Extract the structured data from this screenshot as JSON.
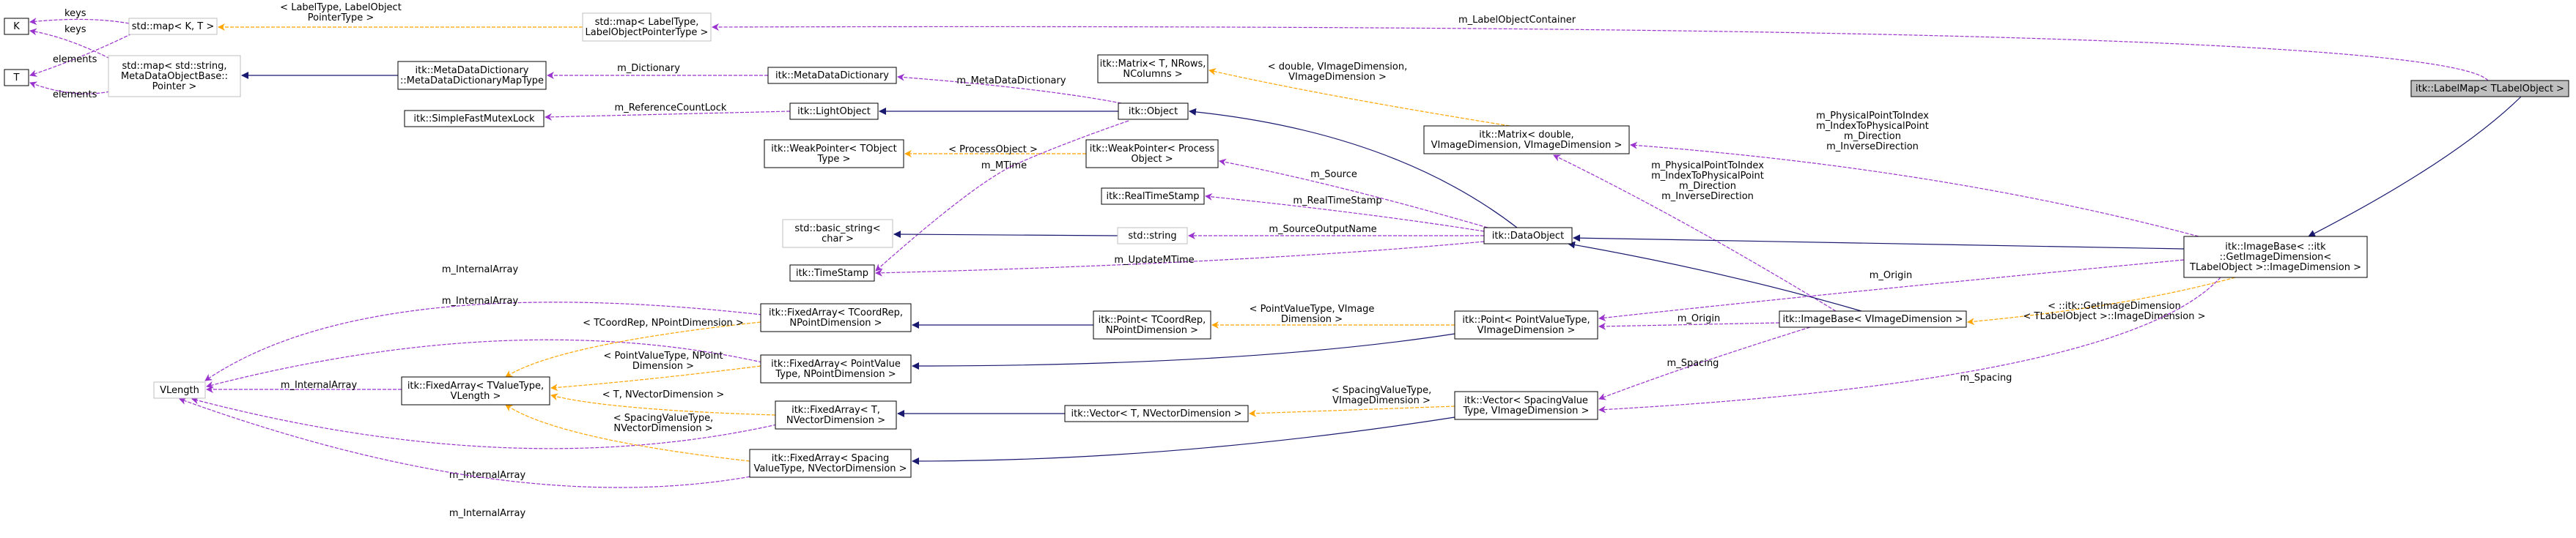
{
  "colors": {
    "inherit": "#191970",
    "usage": "#9a32cd",
    "template": "#ffa500",
    "highlight": "#bfbfbf",
    "external": "#bfbfbf"
  },
  "nodes": {
    "K": [
      "K"
    ],
    "T": [
      "T"
    ],
    "map_kt": [
      "std::map< K, T >"
    ],
    "map_mdd": [
      "std::map< std::string,",
      "MetaDataObjectBase::",
      "Pointer >"
    ],
    "map_lbl": [
      "std::map< LabelType,",
      "LabelObjectPointerType >"
    ],
    "mdd_maptype": [
      "itk::MetaDataDictionary",
      "::MetaDataDictionaryMapType"
    ],
    "mdd": [
      "itk::MetaDataDictionary"
    ],
    "matrix_t": [
      "itk::Matrix< T, NRows,",
      "NColumns >"
    ],
    "labelmap": [
      "itk::LabelMap< TLabelObject >"
    ],
    "fastmutex": [
      "itk::SimpleFastMutexLock"
    ],
    "lightobject": [
      "itk::LightObject"
    ],
    "object": [
      "itk::Object"
    ],
    "matrix_d": [
      "itk::Matrix< double,",
      "VImageDimension, VImageDimension >"
    ],
    "wp_t": [
      "itk::WeakPointer< TObject",
      "Type >"
    ],
    "wp_po": [
      "itk::WeakPointer< Process",
      "Object >"
    ],
    "realtimestamp": [
      "itk::RealTimeStamp"
    ],
    "basic_string": [
      "std::basic_string<",
      "char >"
    ],
    "std_string": [
      "std::string"
    ],
    "dataobject": [
      "itk::DataObject"
    ],
    "timestamp": [
      "itk::TimeStamp"
    ],
    "imagebase_get": [
      "itk::ImageBase< ::itk",
      "::GetImageDimension<",
      "TLabelObject >::ImageDimension >"
    ],
    "fa_tcoord": [
      "itk::FixedArray< TCoordRep,",
      "NPointDimension >"
    ],
    "point_tcoord": [
      "itk::Point< TCoordRep,",
      "NPointDimension >"
    ],
    "point_pv": [
      "itk::Point< PointValueType,",
      "VImageDimension >"
    ],
    "imagebase_v": [
      "itk::ImageBase< VImageDimension >"
    ],
    "vlength": [
      "VLength"
    ],
    "fa_tvalue": [
      "itk::FixedArray< TValueType,",
      "VLength >"
    ],
    "fa_pointvalue": [
      "itk::FixedArray< PointValue",
      "Type, NPointDimension >"
    ],
    "fa_t": [
      "itk::FixedArray< T,",
      "NVectorDimension >"
    ],
    "vector_t": [
      "itk::Vector< T, NVectorDimension >"
    ],
    "vector_sv": [
      "itk::Vector< SpacingValue",
      "Type, VImageDimension >"
    ],
    "fa_spacing": [
      "itk::FixedArray< Spacing",
      "ValueType, NVectorDimension >"
    ]
  },
  "edge_labels": {
    "keys1": [
      "keys"
    ],
    "keys2": [
      "keys"
    ],
    "elements1": [
      "elements"
    ],
    "elements2": [
      "elements"
    ],
    "lbl_tmpl": [
      "< LabelType, LabelObject",
      "PointerType >"
    ],
    "m_dictionary": [
      "m_Dictionary"
    ],
    "m_metadatadictionary": [
      "m_MetaDataDictionary"
    ],
    "m_labelobjectcontainer": [
      "m_LabelObjectContainer"
    ],
    "m_referencecountlock": [
      "m_ReferenceCountLock"
    ],
    "matrix_tmpl": [
      "< double, VImageDimension,",
      "VImageDimension >"
    ],
    "processobject_tmpl": [
      "< ProcessObject >"
    ],
    "m_mtime": [
      "m_MTime"
    ],
    "m_source": [
      "m_Source"
    ],
    "m_realtimestamp": [
      "m_RealTimeStamp"
    ],
    "m_sourceoutputname": [
      "m_SourceOutputName"
    ],
    "m_updatemtime": [
      "m_UpdateMTime"
    ],
    "matrix_members_top": [
      "m_PhysicalPointToIndex",
      "m_IndexToPhysicalPoint",
      "m_Direction",
      "m_InverseDirection"
    ],
    "matrix_members_mid": [
      "m_PhysicalPointToIndex",
      "m_IndexToPhysicalPoint",
      "m_Direction",
      "m_InverseDirection"
    ],
    "m_origin1": [
      "m_Origin"
    ],
    "m_origin2": [
      "m_Origin"
    ],
    "m_spacing1": [
      "m_Spacing"
    ],
    "m_spacing2": [
      "m_Spacing"
    ],
    "imagebase_tmpl": [
      "< ::itk::GetImageDimension",
      "< TLabelObject >::ImageDimension >"
    ],
    "point_tmpl": [
      "< PointValueType, VImage",
      "Dimension >"
    ],
    "vector_tmpl": [
      "< SpacingValueType,",
      "VImageDimension >"
    ],
    "m_internalarray1": [
      "m_InternalArray"
    ],
    "m_internalarray2": [
      "m_InternalArray"
    ],
    "m_internalarray3": [
      "m_InternalArray"
    ],
    "m_internalarray4": [
      "m_InternalArray"
    ],
    "m_internalarray5": [
      "m_InternalArray"
    ],
    "tcoord_tmpl": [
      "< TCoordRep, NPointDimension >"
    ],
    "pointvalue_tmpl": [
      "< PointValueType, NPoint",
      "Dimension >"
    ],
    "t_tmpl": [
      "< T, NVectorDimension >"
    ],
    "spacing_tmpl": [
      "< SpacingValueType,",
      "NVectorDimension >"
    ]
  }
}
